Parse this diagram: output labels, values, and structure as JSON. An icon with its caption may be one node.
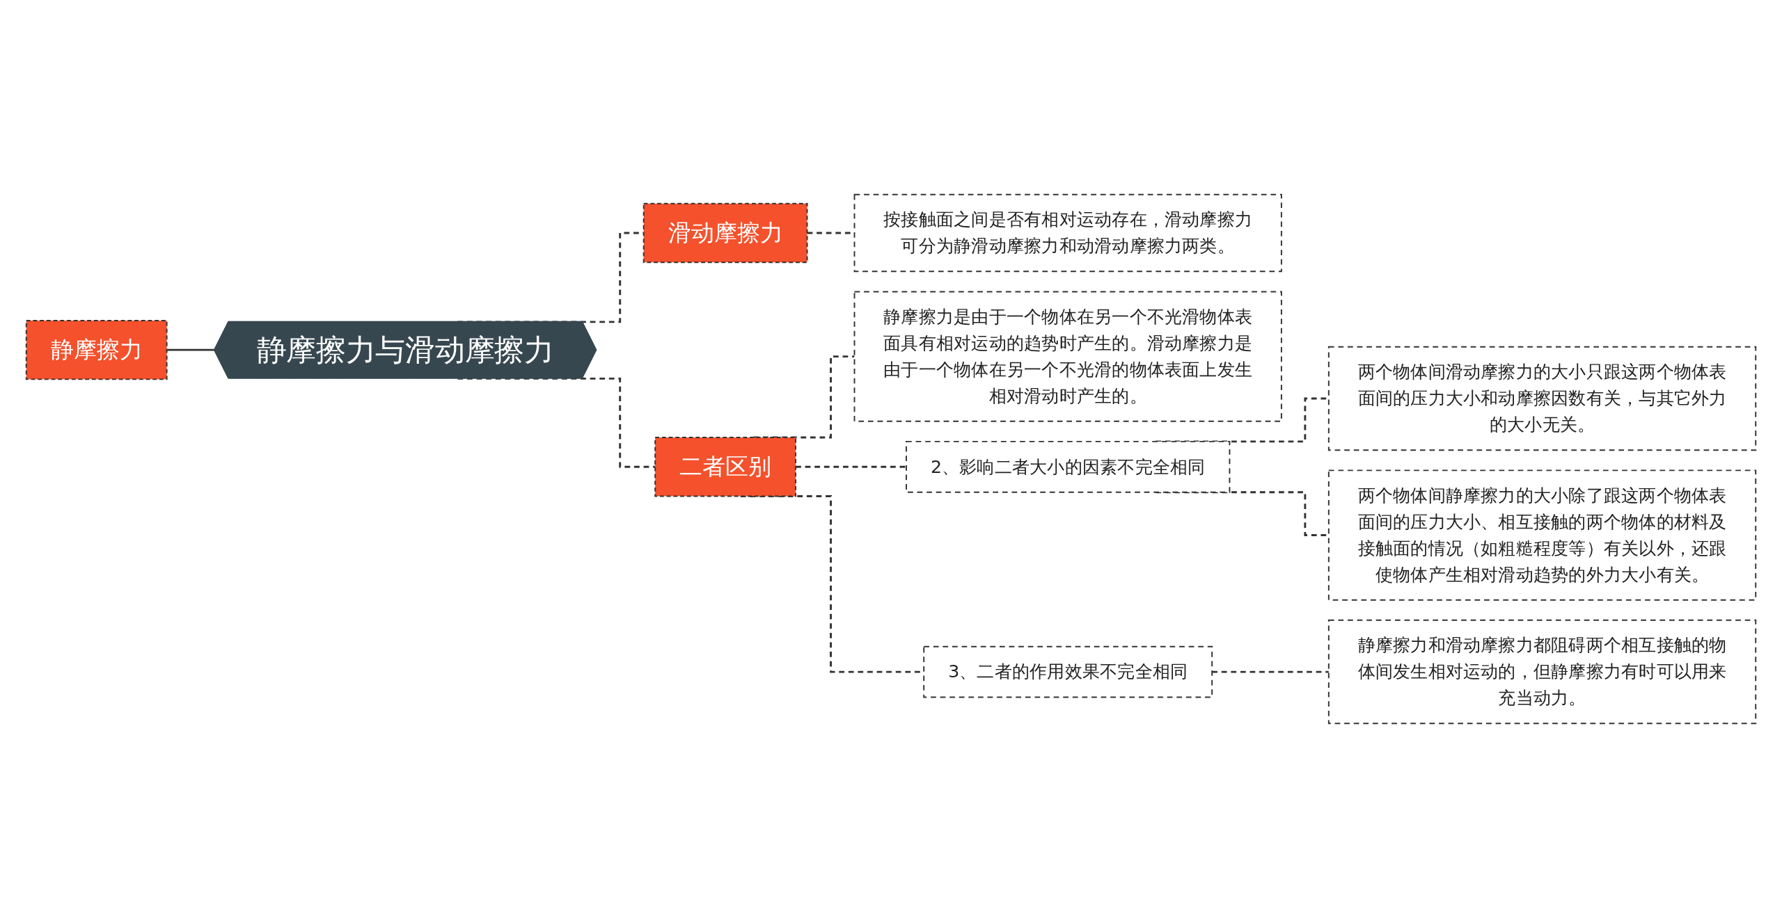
{
  "diagram": {
    "nodes": [
      {
        "text": [
          "静摩擦力"
        ]
      },
      {
        "text": [
          "静摩擦力与滑动摩擦力"
        ]
      },
      {
        "text": [
          "滑动摩擦力"
        ]
      },
      {
        "text": [
          "按接触面之间是否有相对运动存在，滑动摩擦力可分为静滑动摩擦力和动滑动摩擦力两类。"
        ]
      },
      {
        "text": [
          "二者区别"
        ]
      },
      {
        "text": [
          "静摩擦力是由于一个物体在另一个不光滑物体表面具有相对运动的趋势时产生的。滑动摩擦力是由于一个物体在另一个不光滑的物体表面上发生相对滑动时产生的。"
        ]
      },
      {
        "text": [
          "2、影响二者大小的因素不完全相同"
        ]
      },
      {
        "text": [
          "两个物体间滑动摩擦力的大小只跟这两个物体表面间的压力大小和动摩擦因数有关，与其它外力的大小无关。"
        ]
      },
      {
        "text": [
          "两个物体间静摩擦力的大小除了跟这两个物体表面间的压力大小、相互接触的两个物体的材料及接触面的情况（如粗糙程度等）有关以外，还跟使物体产生相对滑动趋势的外力大小有关。"
        ]
      },
      {
        "text": [
          "3、二者的作用效果不完全相同"
        ]
      },
      {
        "text": [
          "静摩擦力和滑动摩擦力都阻碍两个相互接触的物体间发生相对运动的，但静摩擦力有时可以用来充当动力。"
        ]
      }
    ],
    "edges": [
      {
        "from": 0,
        "to": 1,
        "arrow": "none"
      },
      {
        "from": 1,
        "to": 2,
        "arrow": "none",
        "style": "dashed"
      },
      {
        "from": 1,
        "to": 4,
        "arrow": "none",
        "style": "dashed"
      },
      {
        "from": 2,
        "to": 3,
        "arrow": "none",
        "style": "dashed"
      },
      {
        "from": 4,
        "to": 5,
        "arrow": "none",
        "style": "dashed"
      },
      {
        "from": 4,
        "to": 6,
        "arrow": "none",
        "style": "dashed"
      },
      {
        "from": 4,
        "to": 9,
        "arrow": "none",
        "style": "dashed"
      },
      {
        "from": 6,
        "to": 7,
        "arrow": "none",
        "style": "dashed"
      },
      {
        "from": 6,
        "to": 8,
        "arrow": "none",
        "style": "dashed"
      },
      {
        "from": 9,
        "to": 10,
        "arrow": "none",
        "style": "dashed"
      }
    ]
  }
}
